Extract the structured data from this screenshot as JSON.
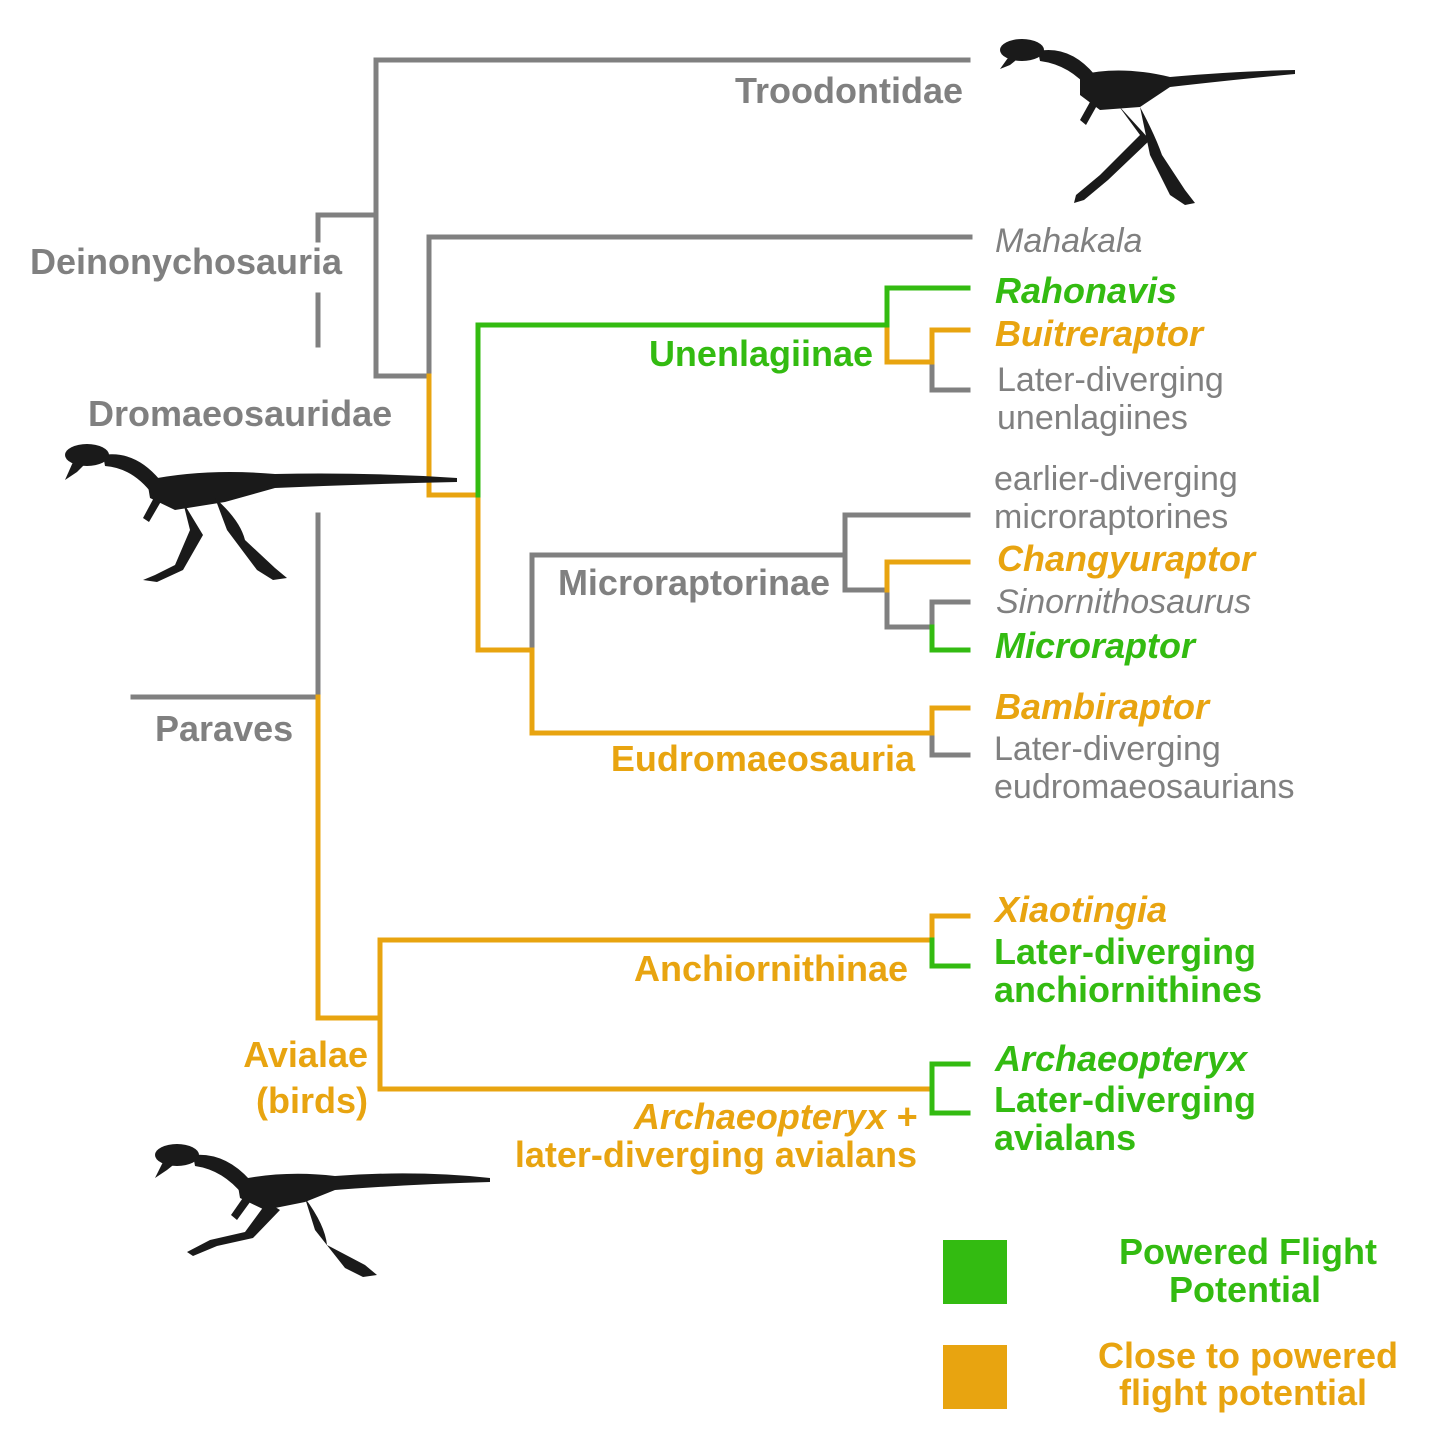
{
  "colors": {
    "gray": "#808080",
    "green": "#33bb11",
    "orange": "#e8a410",
    "silhouette": "#1a1a1a"
  },
  "clade_labels": {
    "troodontidae": "Troodontidae",
    "deinonychosauria": "Deinonychosauria",
    "dromaeosauridae": "Dromaeosauridae",
    "paraves": "Paraves",
    "unenlagiinae": "Unenlagiinae",
    "microraptorinae": "Microraptorinae",
    "eudromaeosauria": "Eudromaeosauria",
    "anchiornithinae": "Anchiornithinae",
    "avialae_1": "Avialae",
    "avialae_2": "(birds)",
    "archaeopteryx_clade_1": "Archaeopteryx +",
    "archaeopteryx_clade_2": "later-diverging avialans"
  },
  "taxa": {
    "mahakala": "Mahakala",
    "rahonavis": "Rahonavis",
    "buitreraptor": "Buitreraptor",
    "later_unenlagiines_1": "Later-diverging",
    "later_unenlagiines_2": "unenlagiines",
    "earlier_microraptorines_1": "earlier-diverging",
    "earlier_microraptorines_2": "microraptorines",
    "changyuraptor": "Changyuraptor",
    "sinornithosaurus": "Sinornithosaurus",
    "microraptor": "Microraptor",
    "bambiraptor": "Bambiraptor",
    "later_eudromaeosaurians_1": "Later-diverging",
    "later_eudromaeosaurians_2": "eudromaeosaurians",
    "xiaotingia": "Xiaotingia",
    "later_anchiornithines_1": "Later-diverging",
    "later_anchiornithines_2": "anchiornithines",
    "archaeopteryx": "Archaeopteryx",
    "later_avialans_1": "Later-diverging",
    "later_avialans_2": "avialans"
  },
  "legend": {
    "green_1": "Powered Flight",
    "green_2": "Potential",
    "orange_1": "Close to powered",
    "orange_2": "flight potential"
  }
}
